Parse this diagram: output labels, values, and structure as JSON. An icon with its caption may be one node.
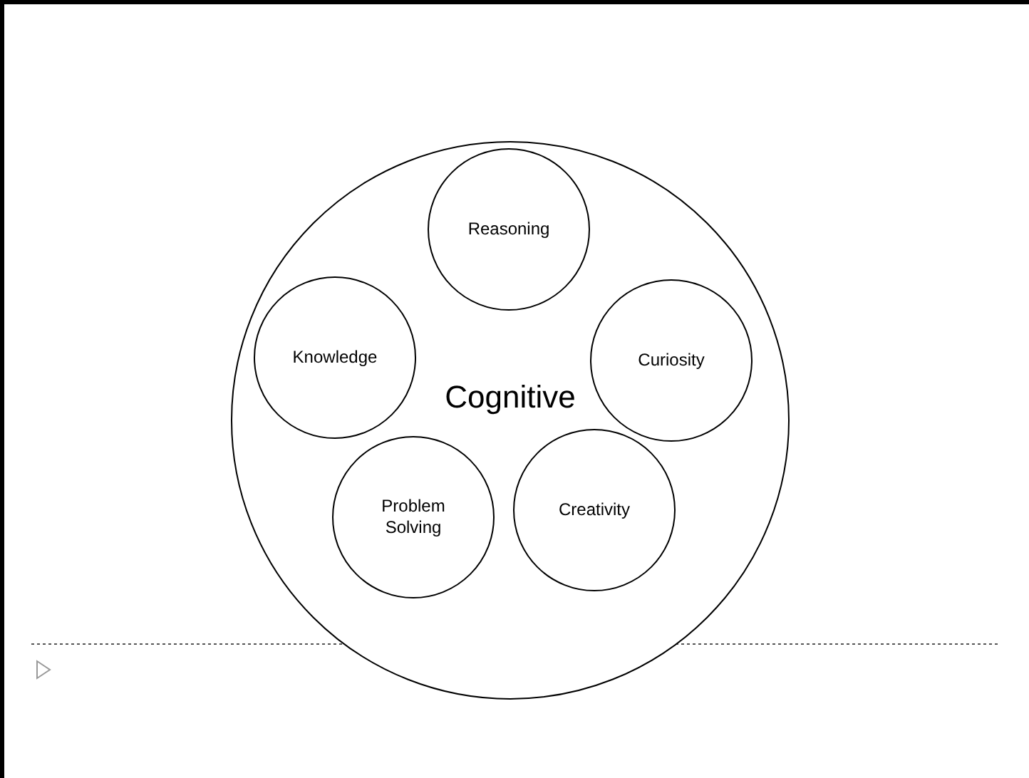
{
  "diagram": {
    "nodes": [
      {
        "text": [
          "Cognitive"
        ]
      },
      {
        "text": [
          "Reasoning"
        ],
        "in": 0
      },
      {
        "text": [
          "Knowledge"
        ],
        "in": 0
      },
      {
        "text": [
          "Curiosity"
        ],
        "in": 0
      },
      {
        "text": [
          "Problem Solving"
        ],
        "in": 0
      },
      {
        "text": [
          "Creativity"
        ],
        "in": 0
      }
    ]
  }
}
